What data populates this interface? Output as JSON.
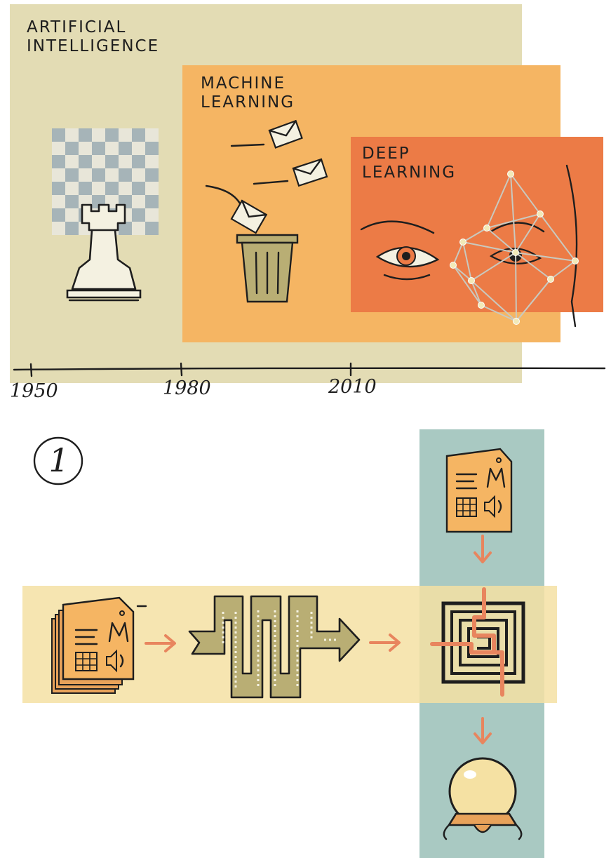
{
  "fields": {
    "ai": {
      "line1": "ARTIFICIAL",
      "line2": "INTELLIGENCE"
    },
    "ml": {
      "line1": "MACHINE",
      "line2": "LEARNING"
    },
    "dl": {
      "line1": "DEEP",
      "line2": "LEARNING"
    }
  },
  "timeline": {
    "years": [
      "1950",
      "1980",
      "2010"
    ]
  },
  "step_number": "1",
  "colors": {
    "ai": "#e3dcb4",
    "ml": "#f5b563",
    "dl": "#ec7b46",
    "vertical_band": "#a9c9c2",
    "horizontal_band": "#f5e1a3",
    "arrow": "#e8855e",
    "document": "#f5b563"
  },
  "icons": [
    "chess-board-icon",
    "rook-icon",
    "envelope-icon",
    "trash-can-icon",
    "eye-icon",
    "face-mesh-icon",
    "document-icon",
    "data-pipeline-icon",
    "maze-icon",
    "crystal-ball-icon",
    "arrow-icon"
  ]
}
